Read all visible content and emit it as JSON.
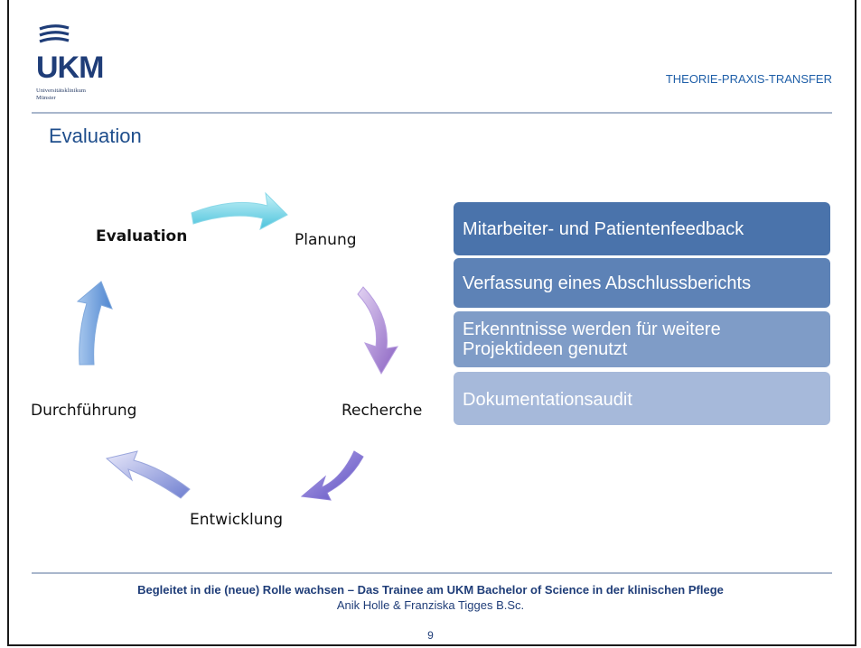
{
  "header": {
    "logo_text": "UKM",
    "logo_subtitle_line1": "Universitätsklinikum",
    "logo_subtitle_line2": "Münster",
    "topic": "THEORIE-PRAXIS-TRANSFER"
  },
  "slide": {
    "title": "Evaluation"
  },
  "cycle": {
    "evaluation": "Evaluation",
    "planung": "Planung",
    "recherche": "Recherche",
    "entwicklung": "Entwicklung",
    "durchfuehrung": "Durchführung"
  },
  "list": {
    "items": [
      {
        "label": "Mitarbeiter- und Patientenfeedback",
        "color": "#4a73ab"
      },
      {
        "label": "Verfassung eines Abschlussberichts",
        "color": "#5d82b6"
      },
      {
        "label": "Erkenntnisse werden für weitere Projektideen genutzt",
        "color": "#7f9cc7"
      },
      {
        "label": "Dokumentationsaudit",
        "color": "#a6b9da"
      }
    ]
  },
  "footer": {
    "title": "Begleitet in die (neue) Rolle wachsen – Das Trainee am UKM Bachelor of Science in der klinischen Pflege",
    "authors": "Anik Holle & Franziska Tigges B.Sc.",
    "page": "9"
  }
}
